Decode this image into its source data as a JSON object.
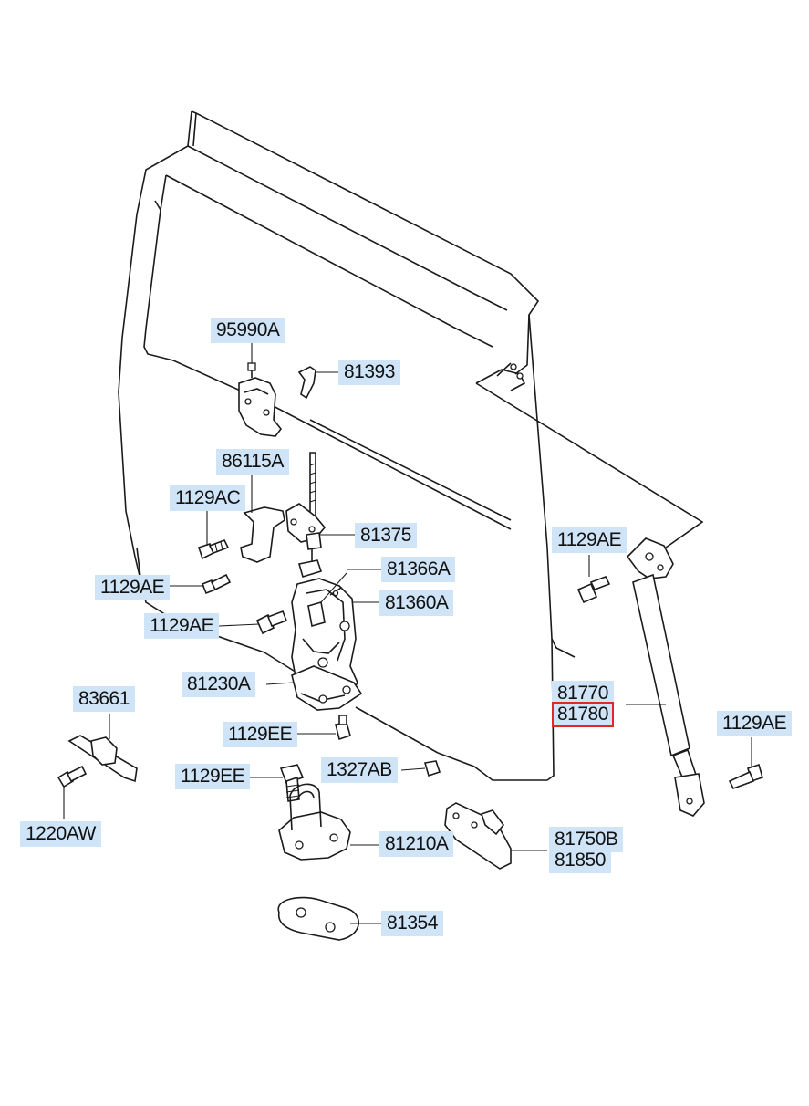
{
  "labels": {
    "l95990a": "95990A",
    "l81393": "81393",
    "l86115a": "86115A",
    "l1129ac": "1129AC",
    "l81375": "81375",
    "l1129ae_a": "1129AE",
    "l81366a": "81366A",
    "l81360a": "81360A",
    "l1129ae_b": "1129AE",
    "l81230a": "81230A",
    "l1129ae_c": "1129AE",
    "l81770": "81770",
    "l81780": "81780",
    "l1129ae_d": "1129AE",
    "l83661": "83661",
    "l1129ee_a": "1129EE",
    "l1327ab": "1327AB",
    "l1129ee_b": "1129EE",
    "l1220aw": "1220AW",
    "l81210a": "81210A",
    "l81750b": "81750B",
    "l81850": "81850",
    "l81354": "81354"
  },
  "highlighted_part": "81780",
  "colors": {
    "label_background": "#cfe4f7",
    "highlight_border": "#e02828",
    "line": "#1b1b1b"
  }
}
